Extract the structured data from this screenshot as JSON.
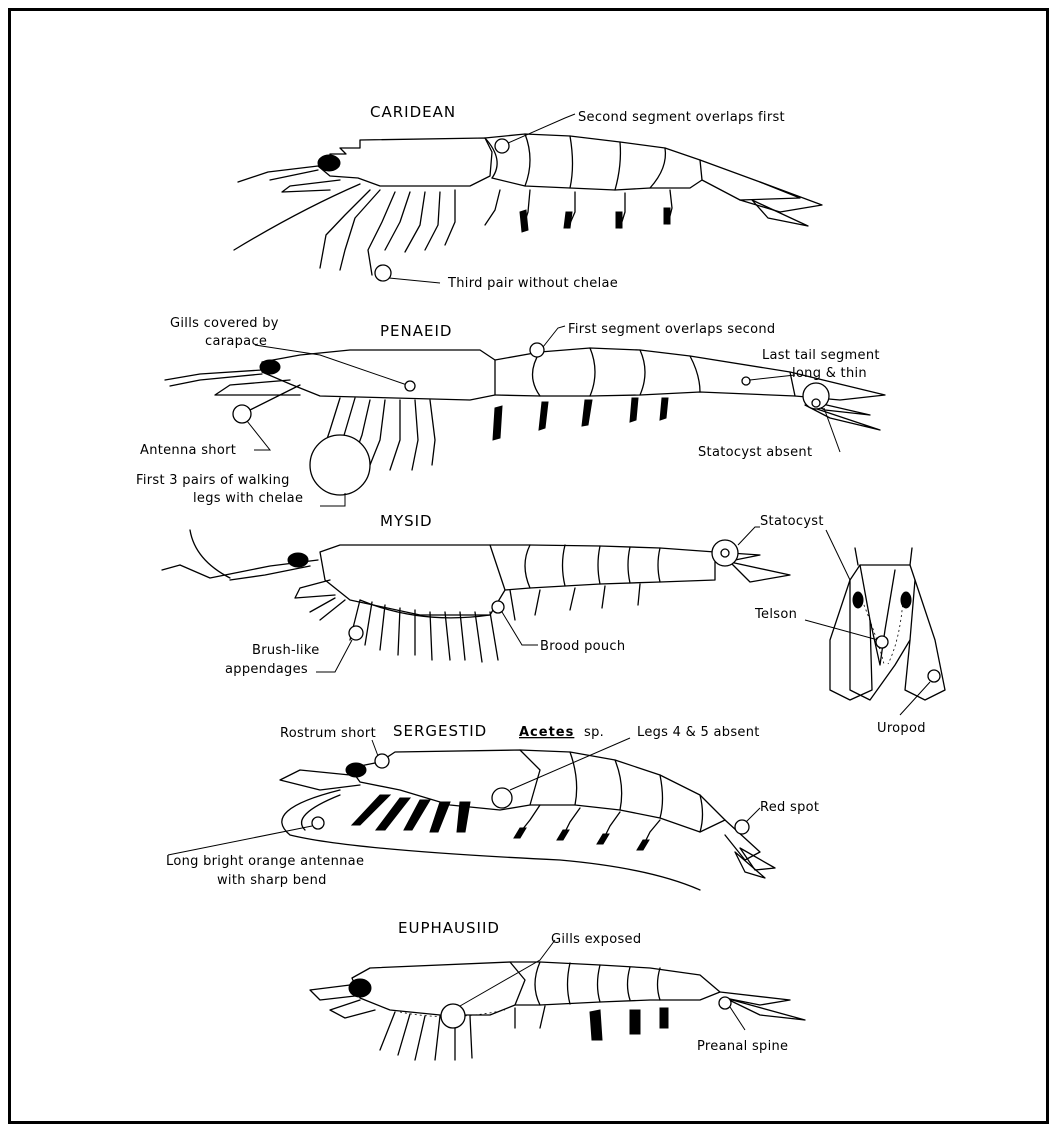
{
  "figure": {
    "groups": [
      {
        "id": "caridean",
        "title": "CARIDEAN",
        "labels": [
          "Second segment overlaps first",
          "Third pair without chelae"
        ]
      },
      {
        "id": "penaeid",
        "title": "PENAEID",
        "labels": [
          "Gills covered by",
          "carapace",
          "First segment overlaps second",
          "Last tail segment",
          "long & thin",
          "Antenna short",
          "Statocyst absent",
          "First 3 pairs of walking",
          "legs with chelae"
        ]
      },
      {
        "id": "mysid",
        "title": "MYSID",
        "labels": [
          "Statocyst",
          "Telson",
          "Brush-like",
          "appendages",
          "Brood pouch",
          "Uropod"
        ]
      },
      {
        "id": "sergestid",
        "title": "SERGESTID",
        "subtitle": "Acetes",
        "subtitle_suffix": "sp.",
        "labels": [
          "Rostrum short",
          "Legs 4 & 5 absent",
          "Red spot",
          "Long bright orange antennae",
          "with sharp bend"
        ]
      },
      {
        "id": "euphausiid",
        "title": "EUPHAUSIID",
        "labels": [
          "Gills exposed",
          "Preanal spine"
        ]
      }
    ]
  }
}
